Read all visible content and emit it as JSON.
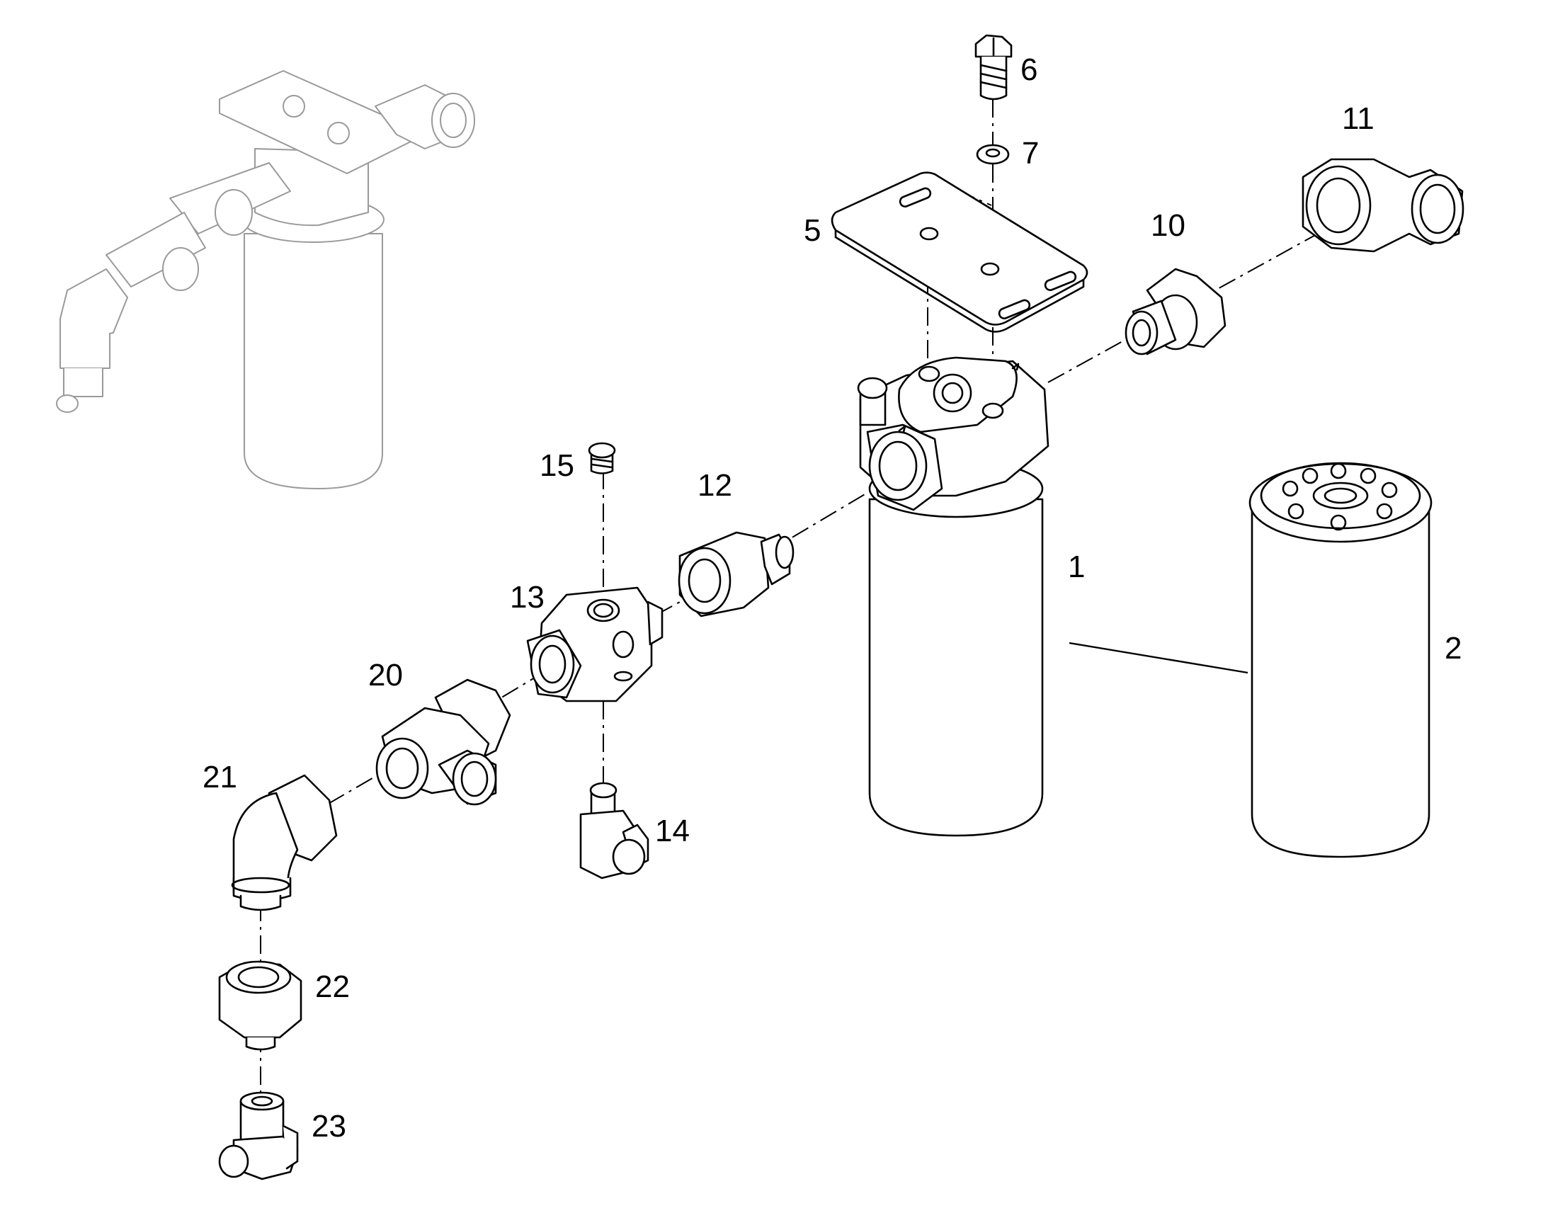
{
  "diagram": {
    "callouts": [
      "1",
      "2",
      "5",
      "6",
      "7",
      "10",
      "11",
      "12",
      "13",
      "14",
      "15",
      "20",
      "21",
      "22",
      "23"
    ]
  }
}
